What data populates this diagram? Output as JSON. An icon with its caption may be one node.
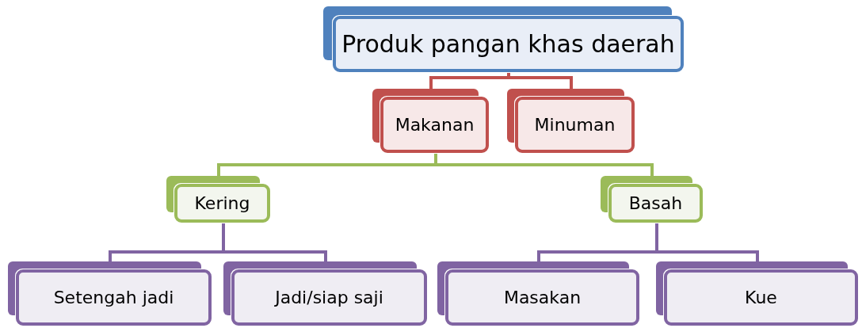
{
  "diagram": {
    "nodes": [
      {
        "text": [
          "Produk pangan khas daerah"
        ]
      },
      {
        "text": [
          "Makanan"
        ]
      },
      {
        "text": [
          "Minuman"
        ]
      },
      {
        "text": [
          "Kering"
        ]
      },
      {
        "text": [
          "Basah"
        ]
      },
      {
        "text": [
          "Setengah jadi"
        ]
      },
      {
        "text": [
          "Jadi/siap saji"
        ]
      },
      {
        "text": [
          "Masakan"
        ]
      },
      {
        "text": [
          "Kue"
        ]
      }
    ],
    "edges": [
      {
        "from": 0,
        "to": 1,
        "arrow": "none",
        "color": "#c0504d"
      },
      {
        "from": 0,
        "to": 2,
        "arrow": "none",
        "color": "#c0504d"
      },
      {
        "from": 1,
        "to": 3,
        "arrow": "none",
        "color": "#9bbb59"
      },
      {
        "from": 1,
        "to": 4,
        "arrow": "none",
        "color": "#9bbb59"
      },
      {
        "from": 3,
        "to": 5,
        "arrow": "none"
      },
      {
        "from": 3,
        "to": 6,
        "arrow": "none"
      },
      {
        "from": 4,
        "to": 7,
        "arrow": "none"
      },
      {
        "from": 4,
        "to": 8,
        "arrow": "none"
      }
    ]
  }
}
